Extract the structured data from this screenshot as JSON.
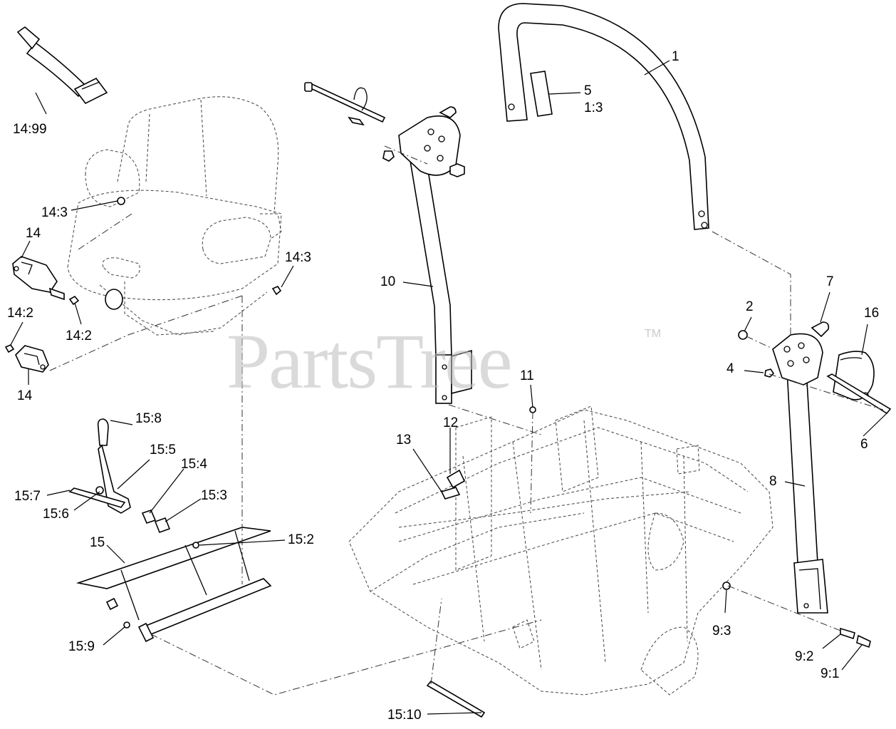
{
  "watermark": {
    "brand": "PartsTree",
    "mark": "TM"
  },
  "callouts": {
    "c1": "1",
    "c5": "5",
    "c1_3": "1:3",
    "c14_99": "14:99",
    "c14_3a": "14:3",
    "c14a": "14",
    "c14_3b": "14:3",
    "c14_2a": "14:2",
    "c14_2b": "14:2",
    "c14b": "14",
    "c10": "10",
    "c2": "2",
    "c7": "7",
    "c16": "16",
    "c4": "4",
    "c6": "6",
    "c11": "11",
    "c12": "12",
    "c13": "13",
    "c8": "8",
    "c15_8": "15:8",
    "c15_5": "15:5",
    "c15_4": "15:4",
    "c15_7": "15:7",
    "c15_3": "15:3",
    "c15_6": "15:6",
    "c15": "15",
    "c15_2": "15:2",
    "c9_3": "9:3",
    "c15_9": "15:9",
    "c9_2": "9:2",
    "c9_1": "9:1",
    "c15_10": "15:10"
  }
}
